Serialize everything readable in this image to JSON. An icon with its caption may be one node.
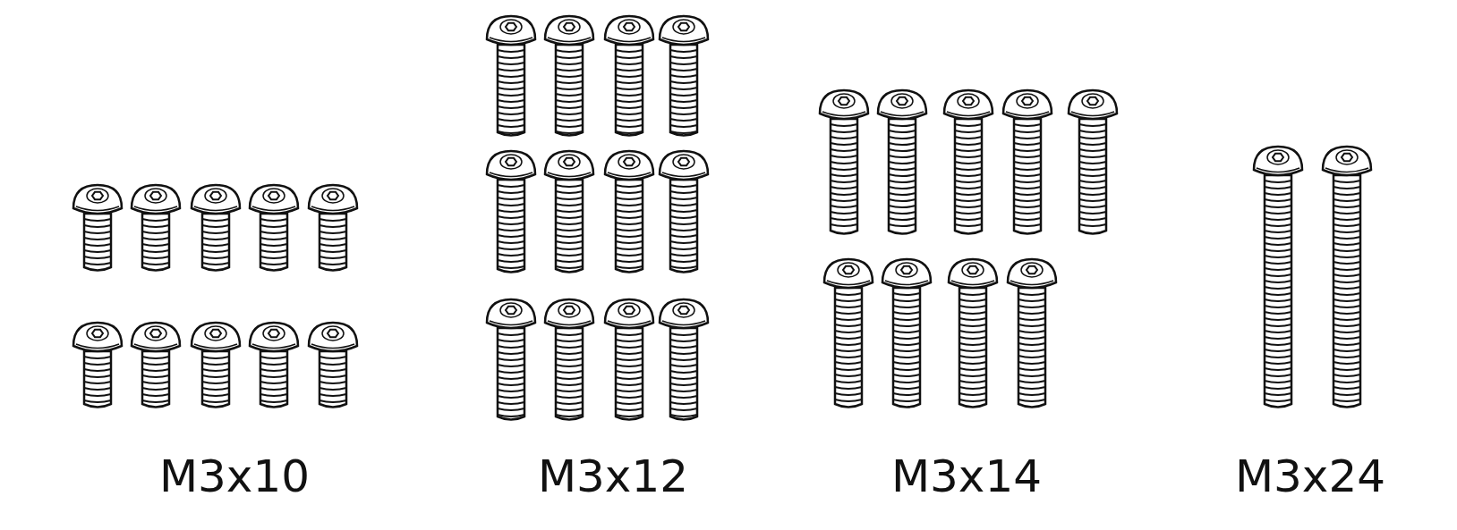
{
  "diagram": {
    "labels": [
      "M3x10",
      "M3x12",
      "M3x14",
      "M3x24"
    ]
  }
}
